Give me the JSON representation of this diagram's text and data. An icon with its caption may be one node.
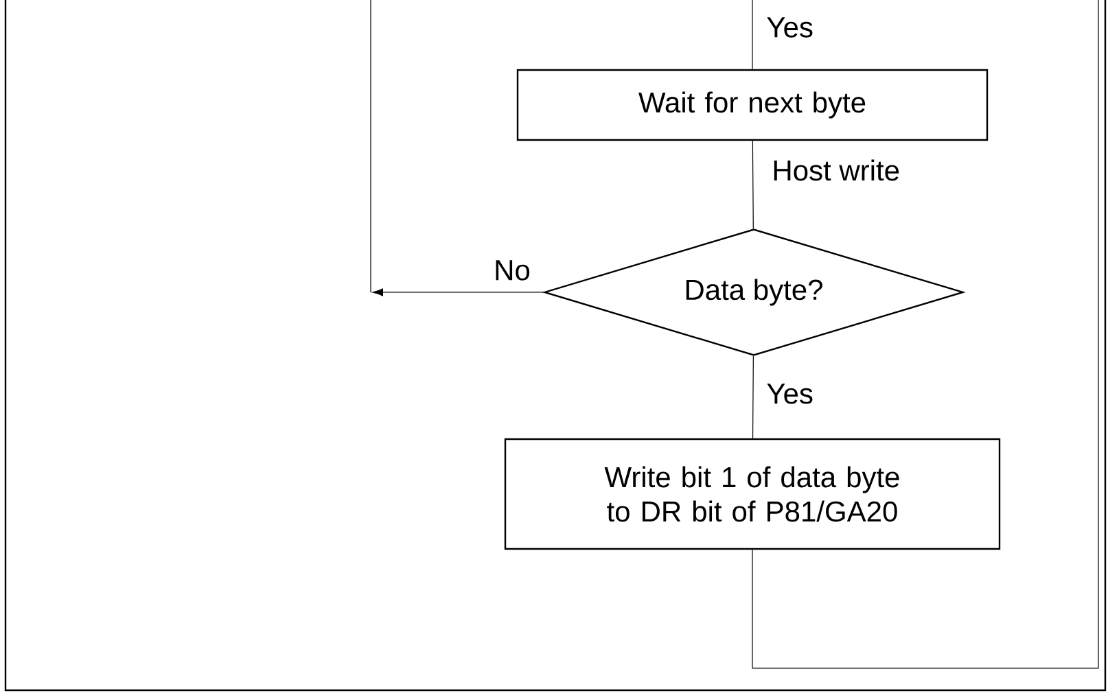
{
  "diagram": {
    "nodes": [
      {
        "text": [
          "Wait for next byte"
        ]
      },
      {
        "text": [
          "Data byte?"
        ]
      },
      {
        "text": [
          "Write bit 1 of data byte to DR bit of P81/GA20"
        ]
      }
    ],
    "edges": [
      {
        "from": null,
        "to": 0,
        "arrow": "none",
        "label": "Yes"
      },
      {
        "from": 0,
        "to": 1,
        "arrow": "none",
        "label": "Host write"
      },
      {
        "from": 1,
        "to": null,
        "arrow": "to",
        "label": "No"
      },
      {
        "from": 1,
        "to": 2,
        "arrow": "none",
        "label": "Yes"
      },
      {
        "from": 2,
        "to": null,
        "arrow": "none"
      }
    ]
  }
}
